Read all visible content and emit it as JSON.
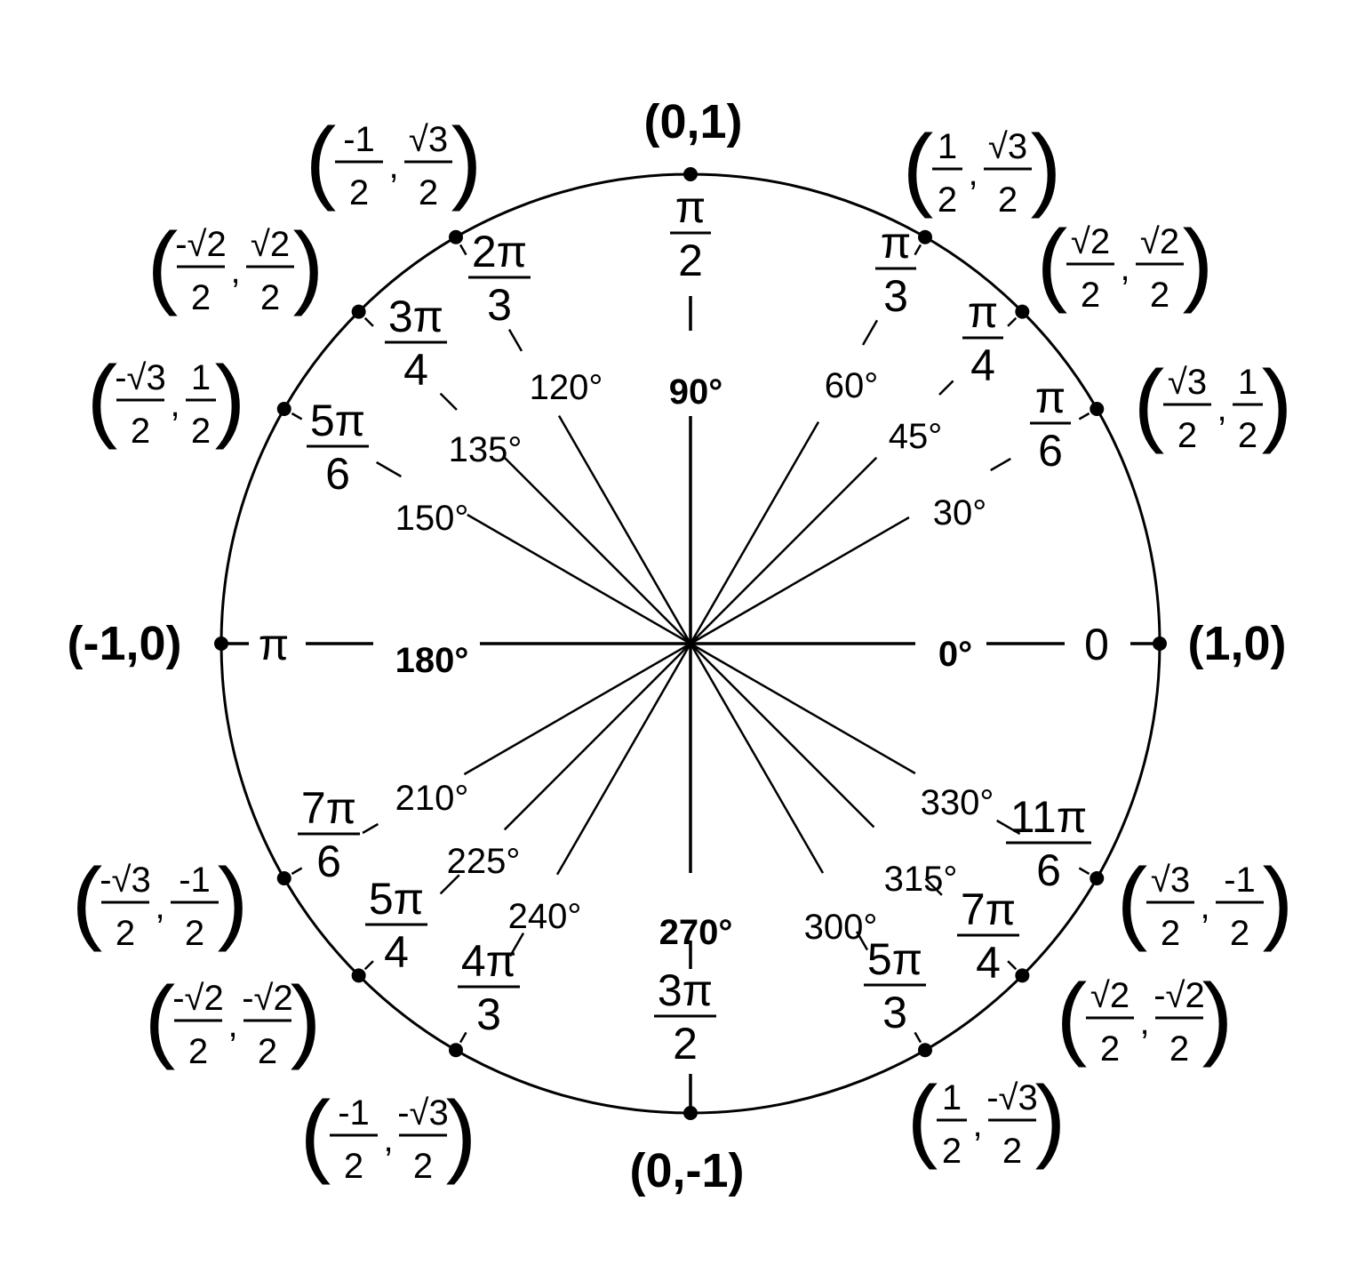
{
  "points": [
    {
      "id": "0",
      "degrees": "0°",
      "bold_degree": true,
      "radian": {
        "whole": "0"
      },
      "coord": {
        "text": "(1,0)"
      }
    },
    {
      "id": "30",
      "degrees": "30°",
      "bold_degree": false,
      "radian": {
        "num": "π",
        "den": "6"
      },
      "coord": {
        "x": {
          "num": "√3",
          "den": "2"
        },
        "y": {
          "num": "1",
          "den": "2"
        }
      }
    },
    {
      "id": "45",
      "degrees": "45°",
      "bold_degree": false,
      "radian": {
        "num": "π",
        "den": "4"
      },
      "coord": {
        "x": {
          "num": "√2",
          "den": "2"
        },
        "y": {
          "num": "√2",
          "den": "2"
        }
      }
    },
    {
      "id": "60",
      "degrees": "60°",
      "bold_degree": false,
      "radian": {
        "num": "π",
        "den": "3"
      },
      "coord": {
        "x": {
          "num": "1",
          "den": "2"
        },
        "y": {
          "num": "√3",
          "den": "2"
        }
      }
    },
    {
      "id": "90",
      "degrees": "90°",
      "bold_degree": true,
      "radian": {
        "num": "π",
        "den": "2"
      },
      "coord": {
        "text": "(0,1)"
      }
    },
    {
      "id": "120",
      "degrees": "120°",
      "bold_degree": false,
      "radian": {
        "num": "2π",
        "den": "3"
      },
      "coord": {
        "x": {
          "num": "-1",
          "den": "2"
        },
        "y": {
          "num": "√3",
          "den": "2"
        }
      }
    },
    {
      "id": "135",
      "degrees": "135°",
      "bold_degree": false,
      "radian": {
        "num": "3π",
        "den": "4"
      },
      "coord": {
        "x": {
          "num": "-√2",
          "den": "2"
        },
        "y": {
          "num": "√2",
          "den": "2"
        }
      }
    },
    {
      "id": "150",
      "degrees": "150°",
      "bold_degree": false,
      "radian": {
        "num": "5π",
        "den": "6"
      },
      "coord": {
        "x": {
          "num": "-√3",
          "den": "2"
        },
        "y": {
          "num": "1",
          "den": "2"
        }
      }
    },
    {
      "id": "180",
      "degrees": "180°",
      "bold_degree": true,
      "radian": {
        "whole": "π"
      },
      "coord": {
        "text": "(-1,0)"
      }
    },
    {
      "id": "210",
      "degrees": "210°",
      "bold_degree": false,
      "radian": {
        "num": "7π",
        "den": "6"
      },
      "coord": {
        "x": {
          "num": "-√3",
          "den": "2"
        },
        "y": {
          "num": "-1",
          "den": "2"
        }
      }
    },
    {
      "id": "225",
      "degrees": "225°",
      "bold_degree": false,
      "radian": {
        "num": "5π",
        "den": "4"
      },
      "coord": {
        "x": {
          "num": "-√2",
          "den": "2"
        },
        "y": {
          "num": "-√2",
          "den": "2"
        }
      }
    },
    {
      "id": "240",
      "degrees": "240°",
      "bold_degree": false,
      "radian": {
        "num": "4π",
        "den": "3"
      },
      "coord": {
        "x": {
          "num": "-1",
          "den": "2"
        },
        "y": {
          "num": "-√3",
          "den": "2"
        }
      }
    },
    {
      "id": "270",
      "degrees": "270°",
      "bold_degree": true,
      "radian": {
        "num": "3π",
        "den": "2"
      },
      "coord": {
        "text": "(0,-1)"
      }
    },
    {
      "id": "300",
      "degrees": "300°",
      "bold_degree": false,
      "radian": {
        "num": "5π",
        "den": "3"
      },
      "coord": {
        "x": {
          "num": "1",
          "den": "2"
        },
        "y": {
          "num": "-√3",
          "den": "2"
        }
      }
    },
    {
      "id": "315",
      "degrees": "315°",
      "bold_degree": false,
      "radian": {
        "num": "7π",
        "den": "4"
      },
      "coord": {
        "x": {
          "num": "√2",
          "den": "2"
        },
        "y": {
          "num": "-√2",
          "den": "2"
        }
      }
    },
    {
      "id": "330",
      "degrees": "330°",
      "bold_degree": false,
      "radian": {
        "num": "11π",
        "den": "6"
      },
      "coord": {
        "x": {
          "num": "√3",
          "den": "2"
        },
        "y": {
          "num": "-1",
          "den": "2"
        }
      }
    }
  ],
  "colors": {
    "ink": "#000000",
    "background": "#ffffff"
  }
}
